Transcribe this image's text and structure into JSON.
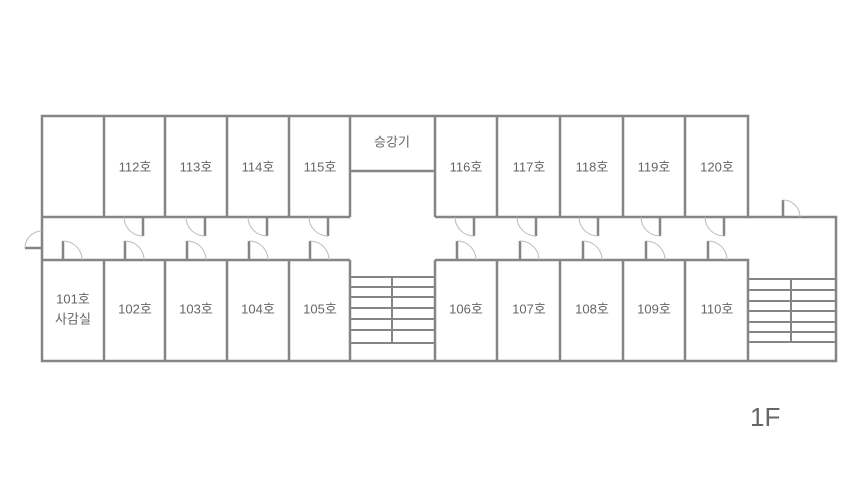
{
  "floor_label": "1F",
  "elevator_label": "승강기",
  "top_rooms": [
    "112호",
    "113호",
    "114호",
    "115호",
    "116호",
    "117호",
    "118호",
    "119호",
    "120호"
  ],
  "bottom_rooms": [
    "101호",
    "102호",
    "103호",
    "104호",
    "105호",
    "106호",
    "107호",
    "108호",
    "109호",
    "110호"
  ],
  "room_101_sub": "사감실"
}
